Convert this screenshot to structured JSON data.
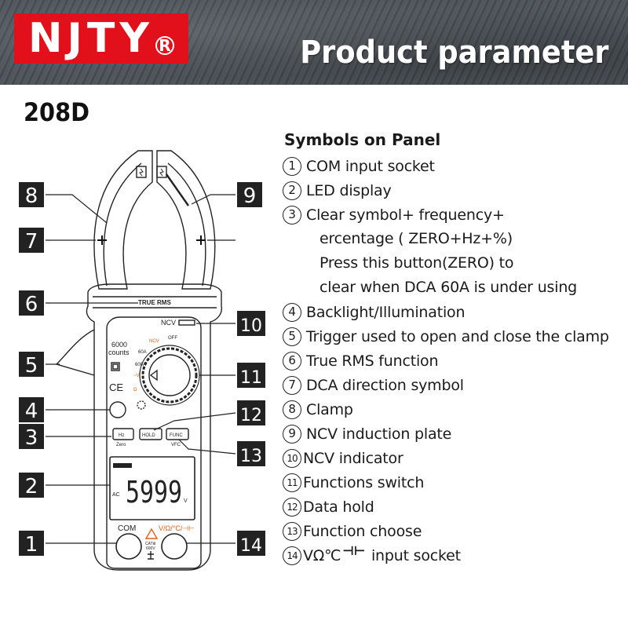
{
  "header": {
    "brand": "NJTY",
    "brand_mark": "R",
    "title": "Product parameter",
    "brand_color": "#e2101a"
  },
  "model": "208D",
  "device": {
    "true_rms": "TRUE RMS",
    "ncv": "NCV",
    "counts_value": "6000",
    "counts_label": "counts",
    "ce_mark": "CE",
    "dial_off": "OFF",
    "dial_ncv": "NCV",
    "dial_600a": "600A",
    "dial_60a": "60A",
    "dial_v": "~V",
    "dial_ohm": "Ω",
    "btn_hz": "Hz",
    "btn_zero": "Zero",
    "btn_hold": "HOLD",
    "btn_func": "FUNC",
    "btn_vfc": "VFC",
    "lcd_reading": "5999",
    "lcd_ac": "AC",
    "lcd_unit": "V",
    "com_label": "COM",
    "input_label": "V/Ω/°C/⊣⊢",
    "cat_label": "CATⅢ",
    "cat_value": "600V"
  },
  "callouts": [
    "1",
    "2",
    "3",
    "4",
    "5",
    "6",
    "7",
    "8",
    "9",
    "10",
    "11",
    "12",
    "13",
    "14"
  ],
  "panel": {
    "title": "Symbols on Panel",
    "items": [
      {
        "num": "1",
        "text": "COM input socket"
      },
      {
        "num": "2",
        "text": "LED display"
      },
      {
        "num": "3",
        "text": "Clear symbol+ frequency+",
        "cont": [
          "ercentage ( ZERO+Hz+%)",
          "Press this button(ZERO) to",
          "clear when DCA 60A is under using"
        ]
      },
      {
        "num": "4",
        "text": "Backlight/Illumination"
      },
      {
        "num": "5",
        "text": "Trigger used to open and close the clamp"
      },
      {
        "num": "6",
        "text": "True RMS function"
      },
      {
        "num": "7",
        "text": "DCA direction symbol"
      },
      {
        "num": "8",
        "text": " Clamp"
      },
      {
        "num": "9",
        "text": "NCV induction plate"
      },
      {
        "num": "10",
        "text": "NCV indicator"
      },
      {
        "num": "11",
        "text": "Functions switch"
      },
      {
        "num": "12",
        "text": "Data hold"
      },
      {
        "num": "13",
        "text": "Function choose"
      },
      {
        "num": "14",
        "text": "VΩ℃",
        "symbol": "⊣⊢",
        "text2": " input socket"
      }
    ]
  }
}
